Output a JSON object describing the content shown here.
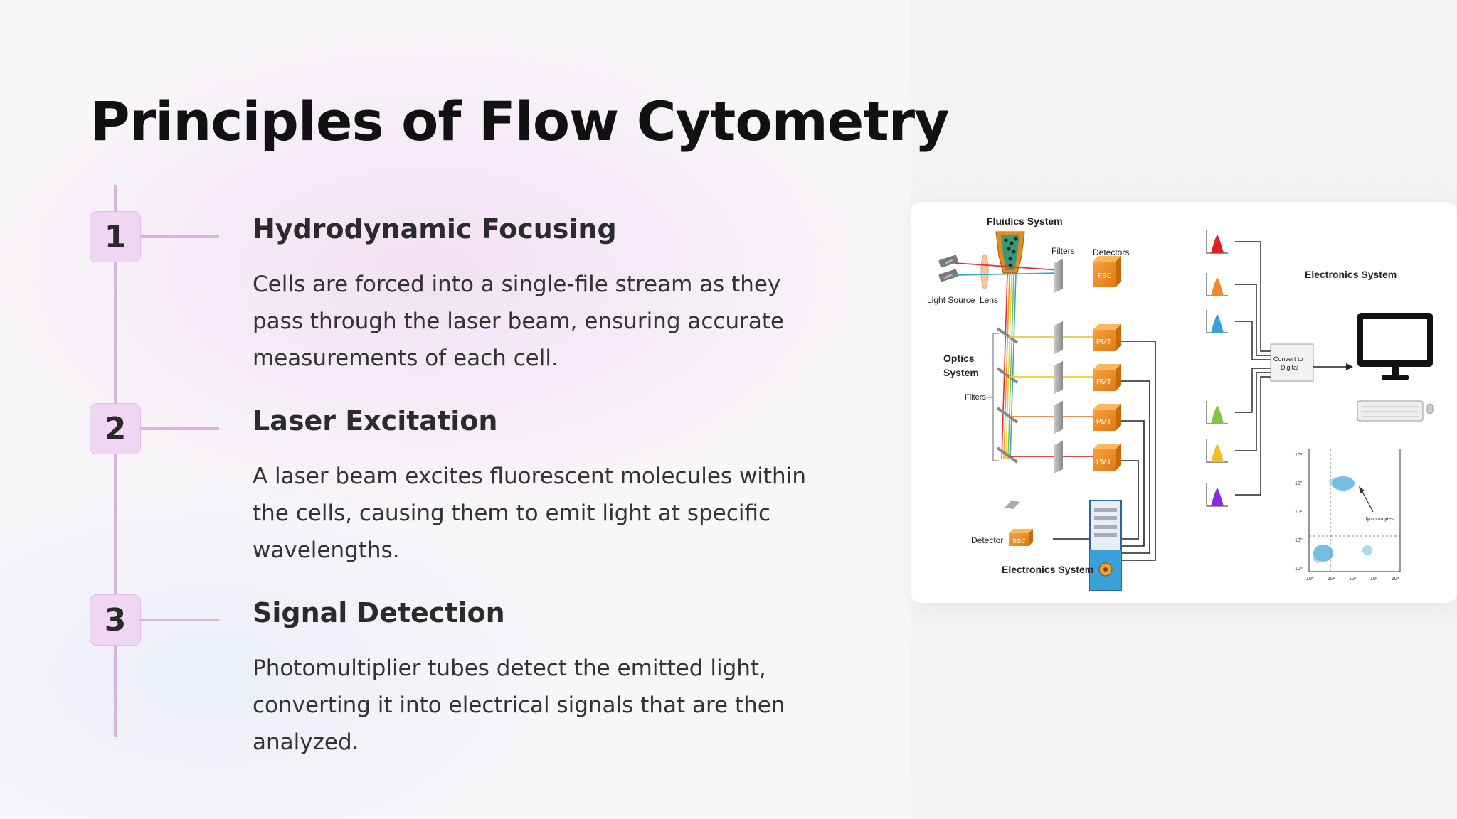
{
  "slide": {
    "title": "Principles of Flow Cytometry",
    "accent_color": "#d7b4de",
    "step_box_color": "#f1d6f4"
  },
  "steps": [
    {
      "number": "1",
      "title": "Hydrodynamic Focusing",
      "description": "Cells are forced into a single-file stream as they pass through the laser beam, ensuring accurate measurements of each cell."
    },
    {
      "number": "2",
      "title": "Laser Excitation",
      "description": "A laser beam excites fluorescent molecules within the cells, causing them to emit light at specific wavelengths."
    },
    {
      "number": "3",
      "title": "Signal Detection",
      "description": "Photomultiplier tubes detect the emitted light, converting it into electrical signals that are then analyzed."
    }
  ],
  "diagram": {
    "fluidics_label": "Fluidics System",
    "filters_label": "Filters",
    "detectors_label": "Detectors",
    "fsc_label": "FSC",
    "laser_label": "Laser",
    "light_source_label": "Light Source",
    "lens_label": "Lens",
    "optics_label_line1": "Optics",
    "optics_label_line2": "System",
    "filters_side_label": "Filters",
    "pmt_label": "PMT",
    "detector_label": "Detector",
    "ssc_label": "SSC",
    "electronics_bottom_label": "Electronics System",
    "electronics_top_label": "Electronics System",
    "convert_line1": "Convert to",
    "convert_line2": "Digital",
    "lymphocytes_label": "lymphocytes",
    "y_ticks": [
      "10³",
      "10²",
      "10¹",
      "10⁰",
      "10⁰"
    ],
    "x_ticks": [
      "10⁰",
      "10¹",
      "10²",
      "10³",
      "10⁴"
    ],
    "peak_colors": [
      "#e02020",
      "#f08a30",
      "#3aa0d8",
      "#7cc640",
      "#f0c020",
      "#8a2be2"
    ]
  }
}
